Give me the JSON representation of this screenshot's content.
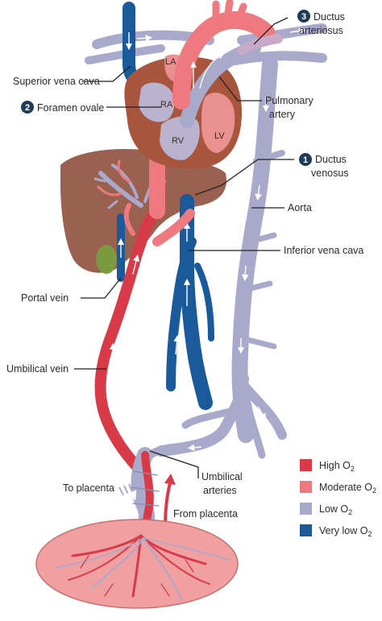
{
  "labels": {
    "superior_vena_cava": "Superior vena cava",
    "foramen_ovale": "Foramen ovale",
    "foramen_ovale_number": "2",
    "ductus_arteriosus_line1": "Ductus",
    "ductus_arteriosus_line2": "arteriosus",
    "ductus_arteriosus_number": "3",
    "pulmonary_artery_line1": "Pulmonary",
    "pulmonary_artery_line2": "artery",
    "ductus_venosus_line1": "Ductus",
    "ductus_venosus_line2": "venosus",
    "ductus_venosus_number": "1",
    "aorta": "Aorta",
    "inferior_vena_cava": "Inferior vena cava",
    "portal_vein": "Portal vein",
    "umbilical_vein": "Umbilical vein",
    "umbilical_arteries_line1": "Umbilical",
    "umbilical_arteries_line2": "arteries",
    "to_placenta": "To placenta",
    "from_placenta": "From placenta"
  },
  "heart_labels": {
    "la": "LA",
    "ra": "RA",
    "rv": "RV",
    "lv": "LV"
  },
  "legend": [
    {
      "label": "High O",
      "sub": "2",
      "color": "#d93a48"
    },
    {
      "label": "Moderate O",
      "sub": "2",
      "color": "#ee7a80"
    },
    {
      "label": "Low O",
      "sub": "2",
      "color": "#a9a9cc"
    },
    {
      "label": "Very low O",
      "sub": "2",
      "color": "#1a5a9a"
    }
  ],
  "colors": {
    "high_o2": "#d93a48",
    "moderate_o2": "#ee7a80",
    "low_o2": "#a9a9cc",
    "very_low_o2": "#1a5a9a",
    "liver": "#9a6050",
    "heart": "#a8553e",
    "placenta": "#f0a0a0"
  }
}
